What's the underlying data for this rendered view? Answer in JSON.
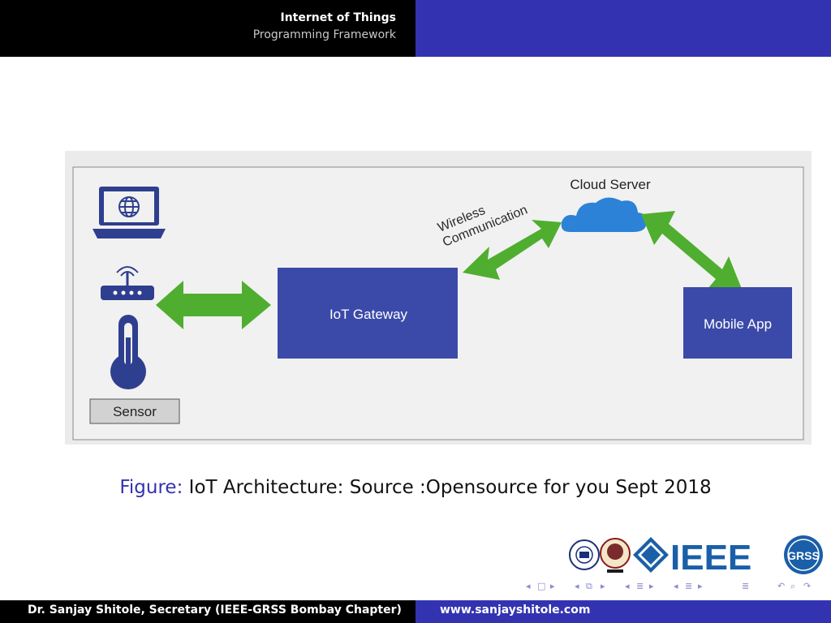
{
  "header": {
    "title": "Internet of Things",
    "subtitle": "Programming Framework"
  },
  "diagram": {
    "wireless_line1": "Wireless",
    "wireless_line2": "Communication",
    "cloud_label": "Cloud Server",
    "gateway_label": "IoT Gateway",
    "mobile_label": "Mobile App",
    "sensor_label": "Sensor",
    "colors": {
      "box": "#3b4aa8",
      "arrow": "#4fae2f",
      "cloud": "#2b82d6",
      "icon": "#2f3f8f"
    }
  },
  "caption": {
    "label": "Figure:",
    "text": "IoT Architecture: Source :Opensource for you Sept 2018"
  },
  "logos": {
    "ieee_text": "IEEE",
    "grss_text": "GRSS"
  },
  "footer": {
    "author": "Dr. Sanjay Shitole, Secretary (IEEE-GRSS Bombay Chapter)",
    "url": "www.sanjayshitole.com"
  }
}
